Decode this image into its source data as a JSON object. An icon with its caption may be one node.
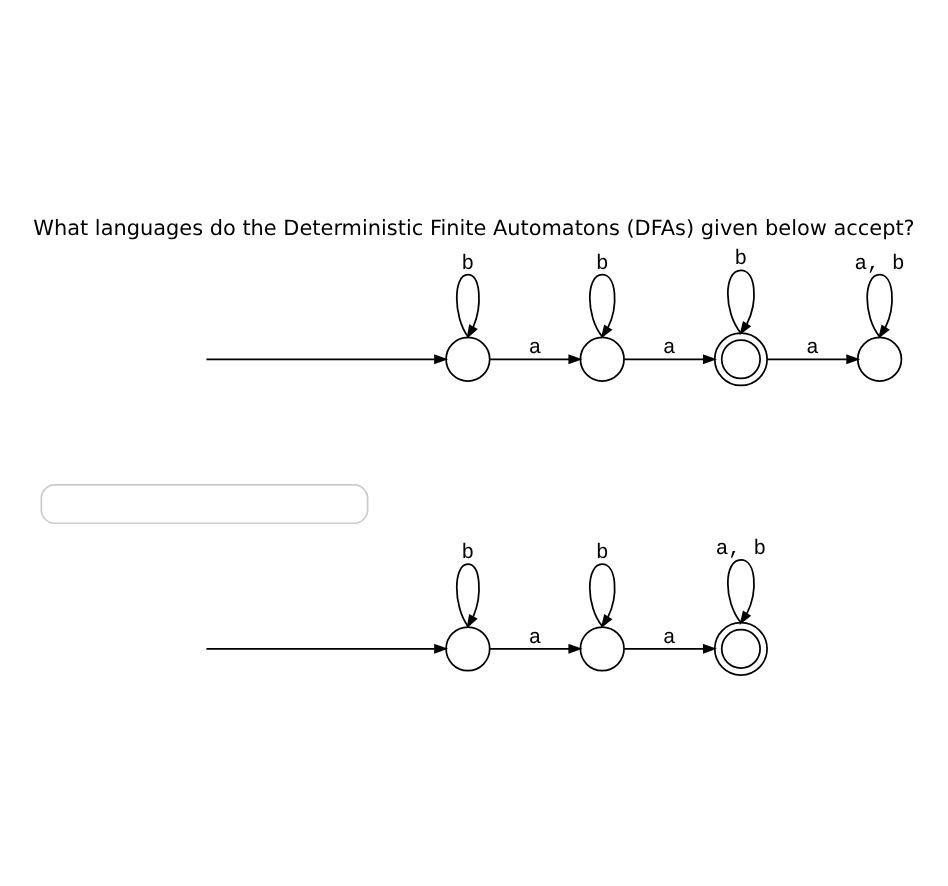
{
  "diagram": {
    "title": "What languages do the Deterministic Finite Automatons (DFAs) given below accept?",
    "nodes": [
      {
        "text": [],
        "shape": "circle"
      },
      {
        "text": [],
        "shape": "circle"
      },
      {
        "text": [],
        "shape": "doublecircle"
      },
      {
        "text": [],
        "shape": "circle"
      },
      {
        "text": [],
        "shape": "dropdown"
      },
      {
        "text": [],
        "shape": "circle"
      },
      {
        "text": [],
        "shape": "circle"
      },
      {
        "text": [],
        "shape": "doublecircle"
      }
    ],
    "edges": [
      {
        "from": null,
        "to": 0,
        "arrow": "to"
      },
      {
        "from": 0,
        "to": 0,
        "arrow": "to",
        "label": "b"
      },
      {
        "from": 0,
        "to": 1,
        "arrow": "to",
        "label": "a"
      },
      {
        "from": 1,
        "to": 1,
        "arrow": "to",
        "label": "b"
      },
      {
        "from": 1,
        "to": 2,
        "arrow": "to",
        "label": "a"
      },
      {
        "from": 2,
        "to": 2,
        "arrow": "to",
        "label": "b"
      },
      {
        "from": 2,
        "to": 3,
        "arrow": "to",
        "label": "a"
      },
      {
        "from": 3,
        "to": 3,
        "arrow": "to",
        "label": "a, b"
      },
      {
        "from": null,
        "to": 5,
        "arrow": "to"
      },
      {
        "from": 5,
        "to": 5,
        "arrow": "to",
        "label": "b"
      },
      {
        "from": 5,
        "to": 6,
        "arrow": "to",
        "label": "a"
      },
      {
        "from": 6,
        "to": 6,
        "arrow": "to",
        "label": "b"
      },
      {
        "from": 6,
        "to": 7,
        "arrow": "to",
        "label": "a"
      },
      {
        "from": 7,
        "to": 7,
        "arrow": "to",
        "label": "a, b"
      }
    ]
  }
}
